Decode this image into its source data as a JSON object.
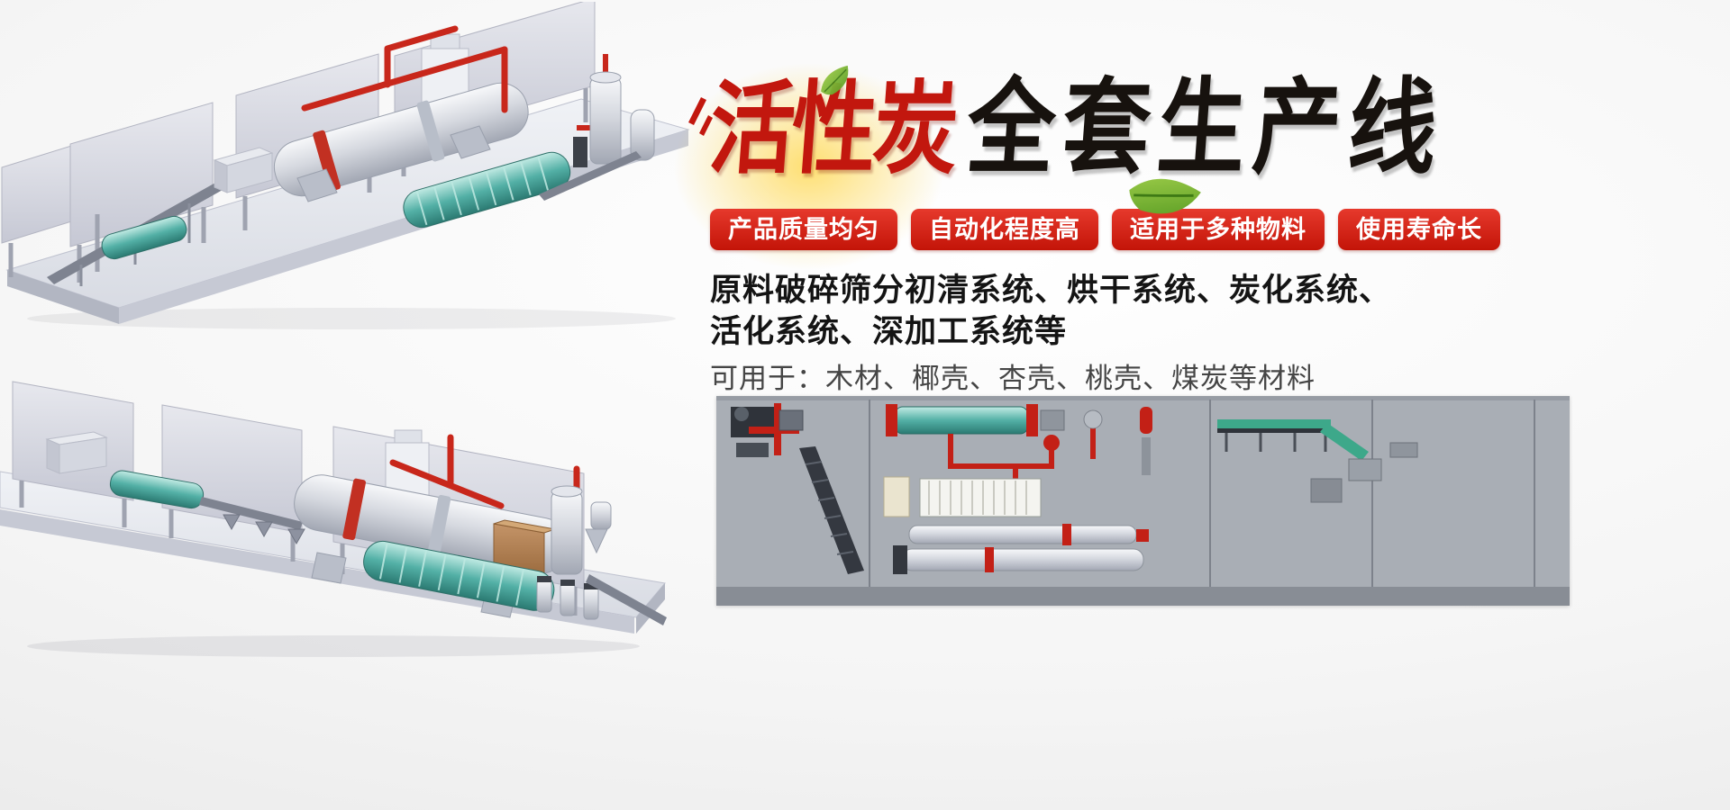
{
  "hero": {
    "title": {
      "highlight": "活性炭",
      "rest": "全套生产线"
    },
    "badges": [
      {
        "label": "产品质量均匀"
      },
      {
        "label": "自动化程度高"
      },
      {
        "label": "适用于多种物料"
      },
      {
        "label": "使用寿命长"
      }
    ],
    "description_line1": "原料破碎筛分初清系统、烘干系统、炭化系统、",
    "description_line2": "活化系统、深加工系统等",
    "materials_line": "可用于：木材、椰壳、杏壳、桃壳、煤炭等材料"
  },
  "colors": {
    "accent_red": "#c2170e",
    "badge_red": "#c31408",
    "title_black": "#17120e",
    "leaf_green": "#6ab82e",
    "machine_teal": "#53b0a6",
    "pipe_red": "#c32016"
  }
}
